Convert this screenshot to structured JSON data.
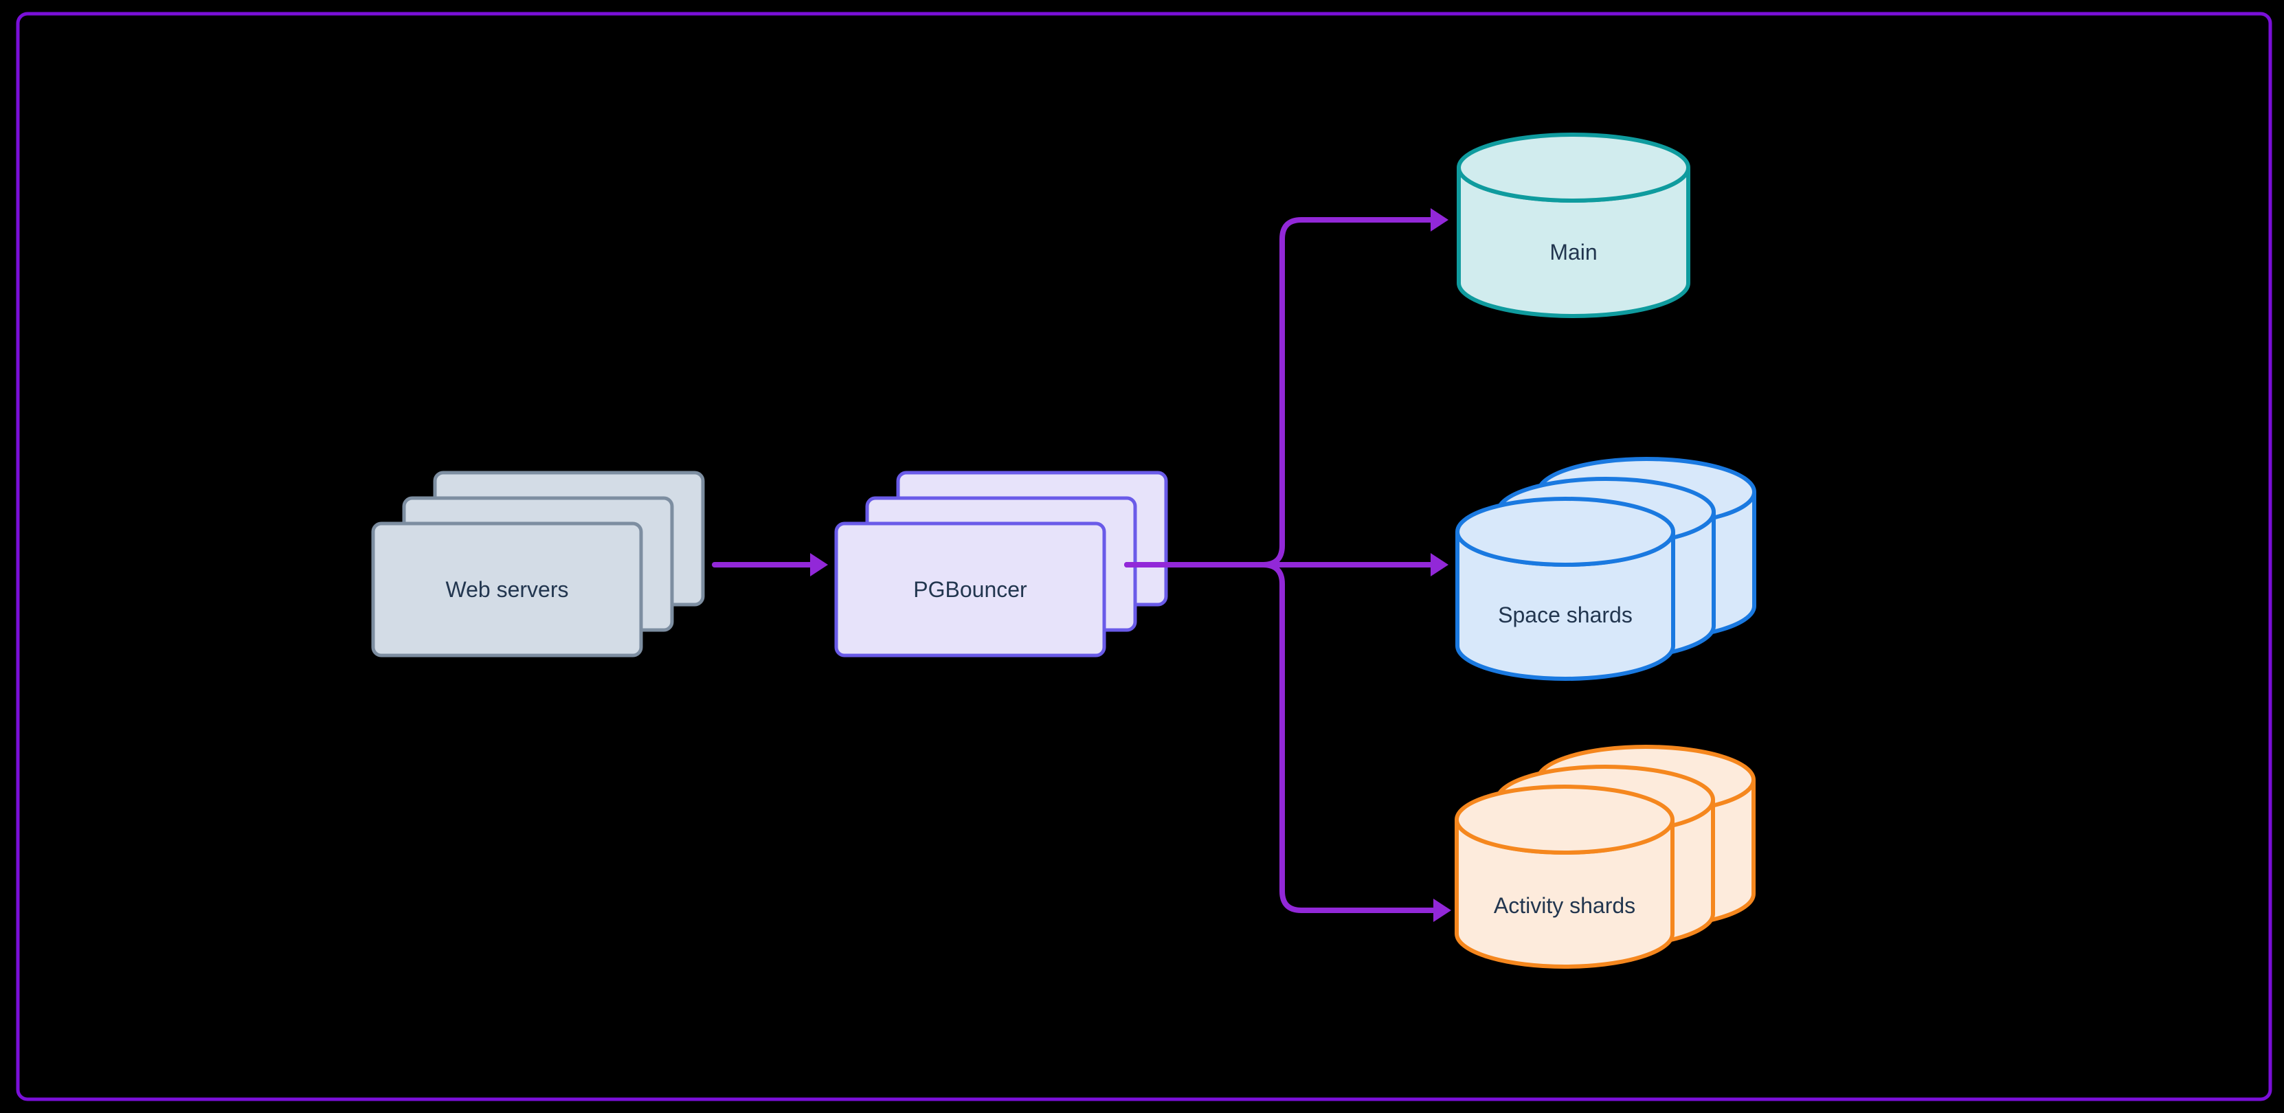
{
  "diagram": {
    "background_color": "#000000",
    "frame_color": "#7a10d8",
    "connector_color": "#9228d8",
    "text_color": "#22364f",
    "nodes": {
      "web_servers": {
        "label": "Web servers",
        "type": "stacked-box",
        "count": 3,
        "fill": "#d3dce6",
        "stroke": "#7d8ea1"
      },
      "pgbouncer": {
        "label": "PGBouncer",
        "type": "stacked-box",
        "count": 3,
        "fill": "#e7e3fa",
        "stroke": "#6a5be8"
      },
      "main_db": {
        "label": "Main",
        "type": "cylinder",
        "count": 1,
        "fill": "#d1ecee",
        "stroke": "#0f9b9e"
      },
      "space_shards": {
        "label": "Space shards",
        "type": "stacked-cylinder",
        "count": 3,
        "fill": "#d8e8fa",
        "stroke": "#1a79e0"
      },
      "activity_shards": {
        "label": "Activity shards",
        "type": "stacked-cylinder",
        "count": 3,
        "fill": "#fdebdc",
        "stroke": "#f5871e"
      }
    },
    "edges": [
      {
        "from": "web_servers",
        "to": "pgbouncer"
      },
      {
        "from": "pgbouncer",
        "to": "main_db"
      },
      {
        "from": "pgbouncer",
        "to": "space_shards"
      },
      {
        "from": "pgbouncer",
        "to": "activity_shards"
      }
    ]
  }
}
